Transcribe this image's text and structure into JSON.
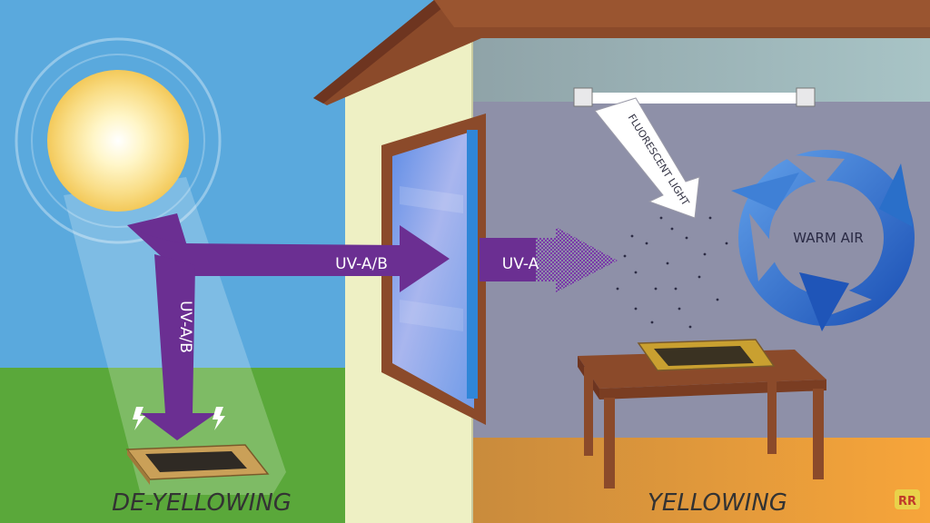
{
  "labels": {
    "uv_ab_horizontal": "UV-A/B",
    "uv_ab_vertical": "UV-A/B",
    "uv_a": "UV-A",
    "fluorescent": "FLUORESCENT LIGHT",
    "warm_air": "WARM AIR"
  },
  "captions": {
    "left": "DE-YELLOWING",
    "right": "YELLOWING"
  },
  "logo": {
    "text": "RR"
  },
  "colors": {
    "sky": "#5aa9dd",
    "grass": "#5aa83a",
    "purple": "#6b2f92",
    "wall_outside": "#eef0c4",
    "wall_inside": "#8e90a8",
    "floor": "#e89a3c",
    "wood": "#8b4a2a",
    "cycle_blue": "#2a6fc9"
  }
}
